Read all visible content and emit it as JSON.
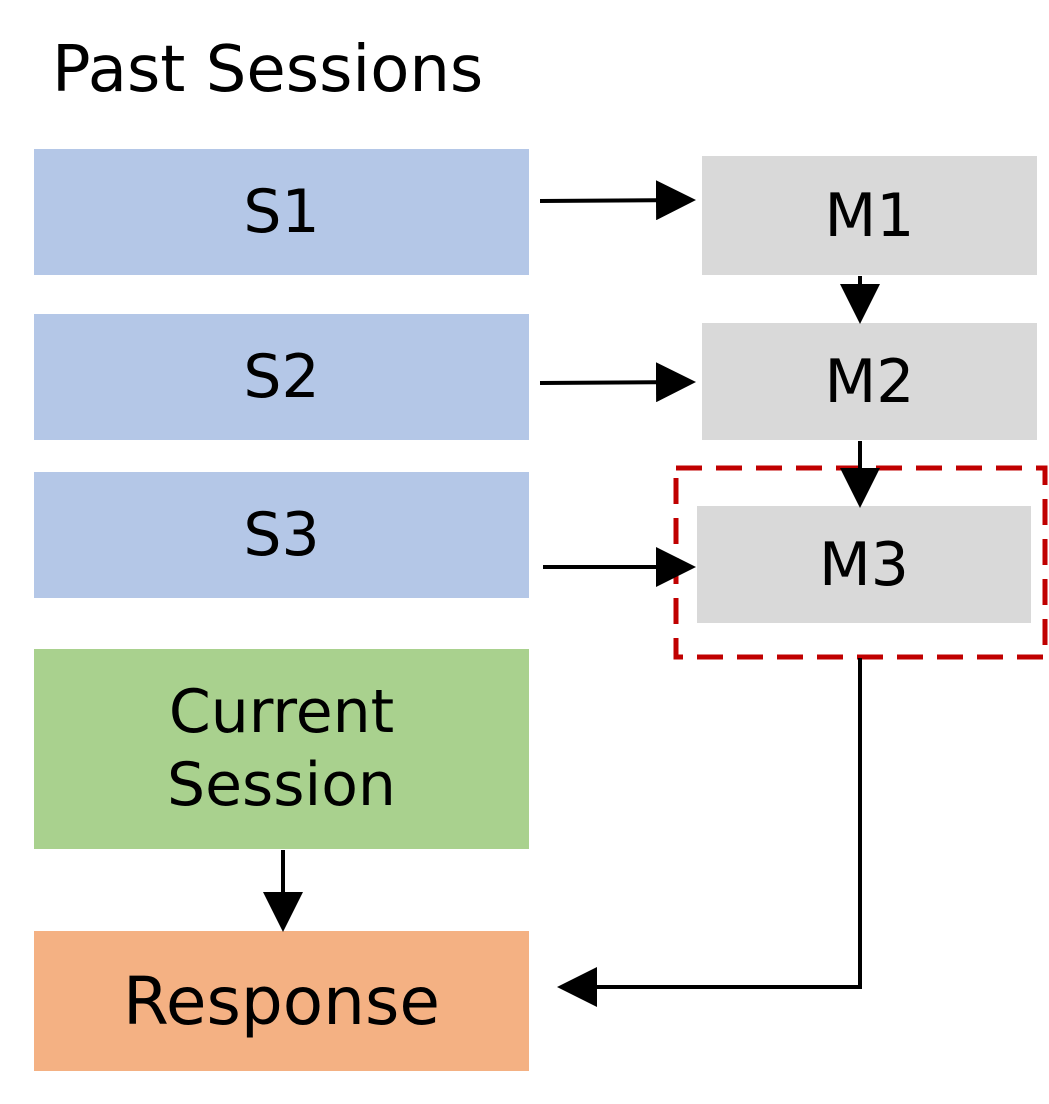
{
  "diagram": {
    "title": "Past Sessions",
    "sessions": [
      {
        "label": "S1"
      },
      {
        "label": "S2"
      },
      {
        "label": "S3"
      }
    ],
    "memories": [
      {
        "label": "M1"
      },
      {
        "label": "M2"
      },
      {
        "label": "M3"
      }
    ],
    "current_session": {
      "line1": "Current",
      "line2": "Session"
    },
    "response": {
      "label": "Response"
    }
  },
  "colors": {
    "session_fill": "#b4c7e7",
    "memory_fill": "#d9d9d9",
    "current_fill": "#a9d18e",
    "response_fill": "#f4b183",
    "highlight_border": "#c00000",
    "arrow": "#000000"
  }
}
